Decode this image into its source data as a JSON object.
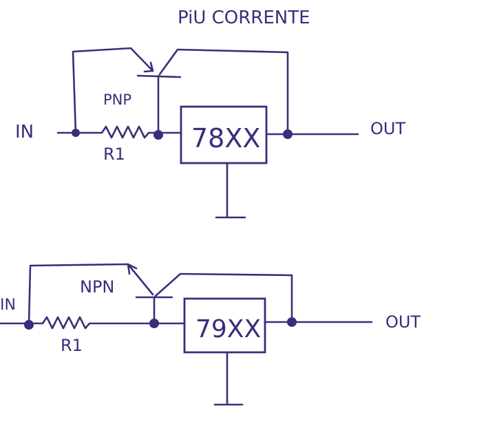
{
  "title": "PiU CORRENTE",
  "colors": {
    "ink": "#3a2d7a",
    "paper": "#ffffff"
  },
  "top_circuit": {
    "in_label": "IN",
    "out_label": "OUT",
    "transistor_label": "PNP",
    "resistor_label": "R1",
    "regulator_label": "78XX"
  },
  "bottom_circuit": {
    "in_label": "IN",
    "out_label": "OUT",
    "transistor_label": "NPN",
    "resistor_label": "R1",
    "regulator_label": "79XX"
  }
}
